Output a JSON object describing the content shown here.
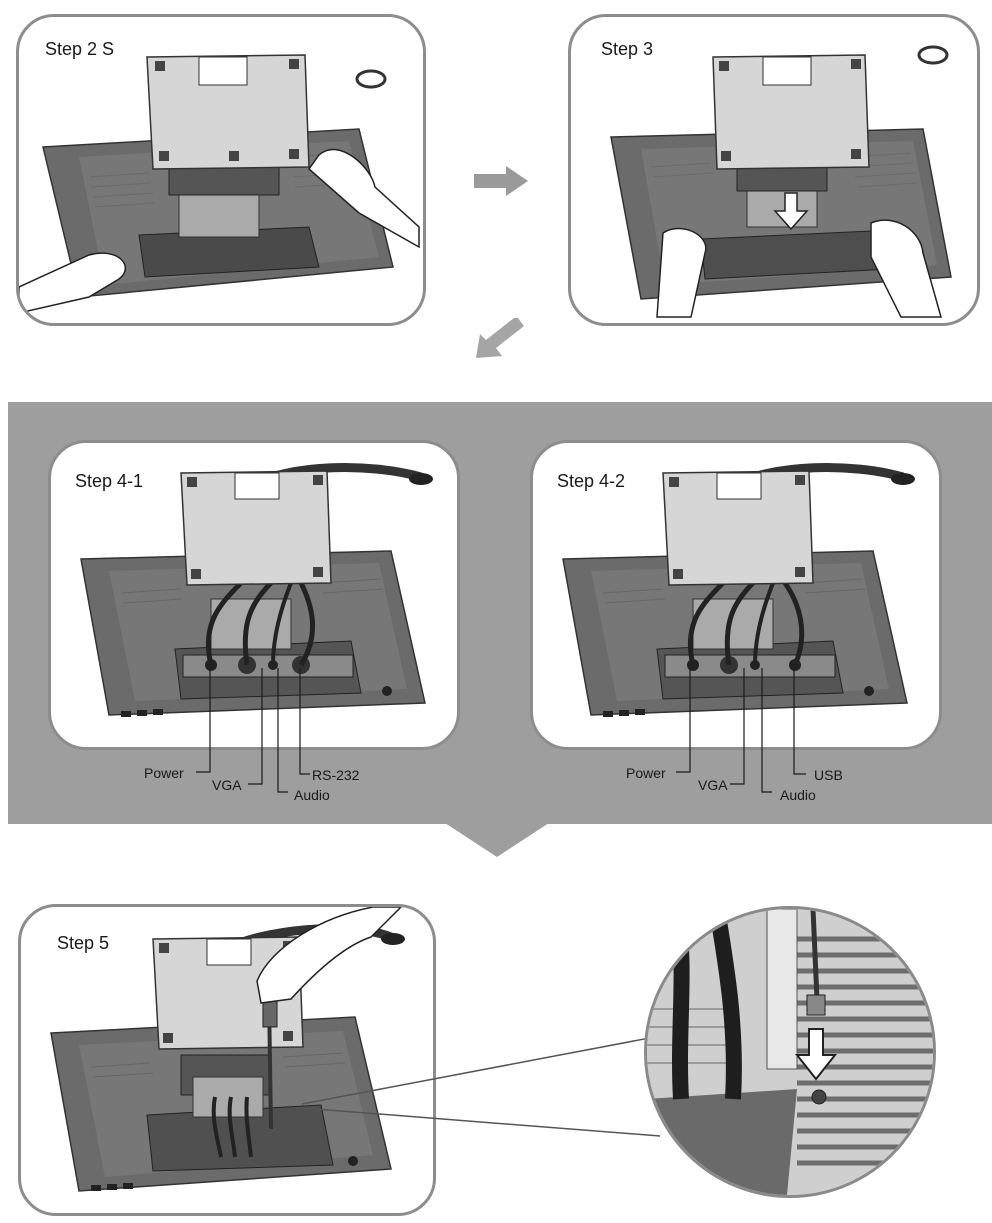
{
  "steps": {
    "step2": {
      "label": "Step 2 S"
    },
    "step3": {
      "label": "Step 3"
    },
    "step4_1": {
      "label": "Step 4-1",
      "callouts": {
        "power": "Power",
        "vga": "VGA",
        "audio": "Audio",
        "rs232": "RS-232"
      }
    },
    "step4_2": {
      "label": "Step 4-2",
      "callouts": {
        "power": "Power",
        "vga": "VGA",
        "audio": "Audio",
        "usb": "USB"
      }
    },
    "step5": {
      "label": "Step 5"
    }
  },
  "colors": {
    "panel_border": "#8d8d8d",
    "band": "#9e9e9e",
    "monitor_dark": "#5a5a5a",
    "monitor_mid": "#7a7a7a",
    "stand_plate": "#d8d8d8",
    "arrow": "#9a9a9a"
  },
  "icons": [
    "right-arrow-icon",
    "down-left-arrow-icon",
    "down-arrow-icon",
    "hand-icon",
    "screwdriver-icon",
    "magnifier-icon"
  ]
}
